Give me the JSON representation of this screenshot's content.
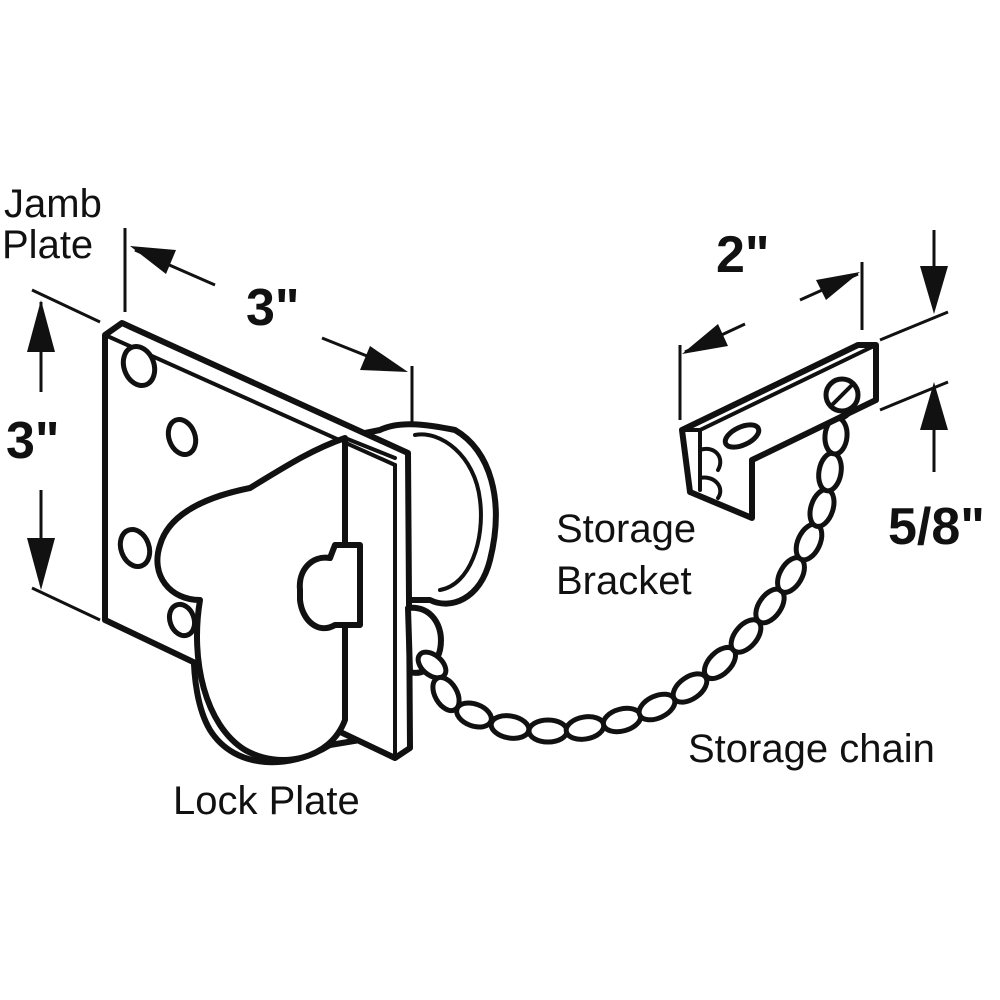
{
  "labels": {
    "jamb_plate_line1": "Jamb",
    "jamb_plate_line2": "Plate",
    "lock_plate": "Lock Plate",
    "storage_bracket_line1": "Storage",
    "storage_bracket_line2": "Bracket",
    "storage_chain": "Storage chain"
  },
  "dimensions": {
    "jamb_plate_width": "3\"",
    "jamb_plate_height": "3\"",
    "bracket_length": "2\"",
    "bracket_height": "5/8\""
  },
  "colors": {
    "ink": "#111111",
    "background": "#ffffff"
  }
}
